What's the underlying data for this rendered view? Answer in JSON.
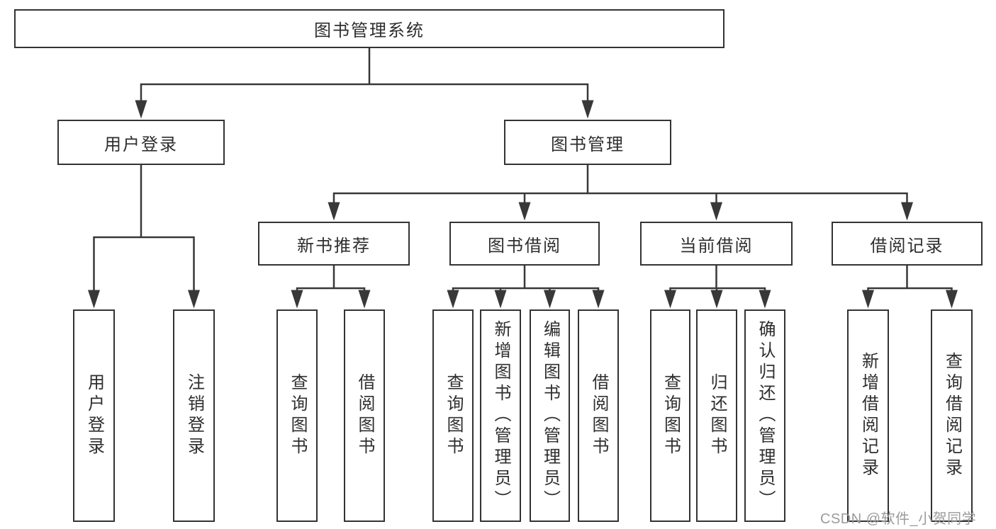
{
  "diagram": {
    "tree": {
      "root": {
        "label": "图书管理系统"
      },
      "branches": [
        {
          "label": "用户登录",
          "children": [
            {
              "label": "用户登录"
            },
            {
              "label": "注销登录"
            }
          ]
        },
        {
          "label": "图书管理",
          "children": [
            {
              "label": "新书推荐",
              "children": [
                {
                  "label": "查询图书"
                },
                {
                  "label": "借阅图书"
                }
              ]
            },
            {
              "label": "图书借阅",
              "children": [
                {
                  "label": "查询图书"
                },
                {
                  "label": "新增图书（管理员）"
                },
                {
                  "label": "编辑图书（管理员）"
                },
                {
                  "label": "借阅图书"
                }
              ]
            },
            {
              "label": "当前借阅",
              "children": [
                {
                  "label": "查询图书"
                },
                {
                  "label": "归还图书"
                },
                {
                  "label": "确认归还（管理员）"
                }
              ]
            },
            {
              "label": "借阅记录",
              "children": [
                {
                  "label": "新增借阅记录"
                },
                {
                  "label": "查询借阅记录"
                }
              ]
            }
          ]
        }
      ]
    },
    "colors": {
      "line": "#383838",
      "box_border": "#333333",
      "text": "#2e2e2e",
      "watermark": "#9b9b9b",
      "background": "#ffffff"
    }
  },
  "watermark": {
    "text": "CSDN @软件_小贺同学"
  }
}
